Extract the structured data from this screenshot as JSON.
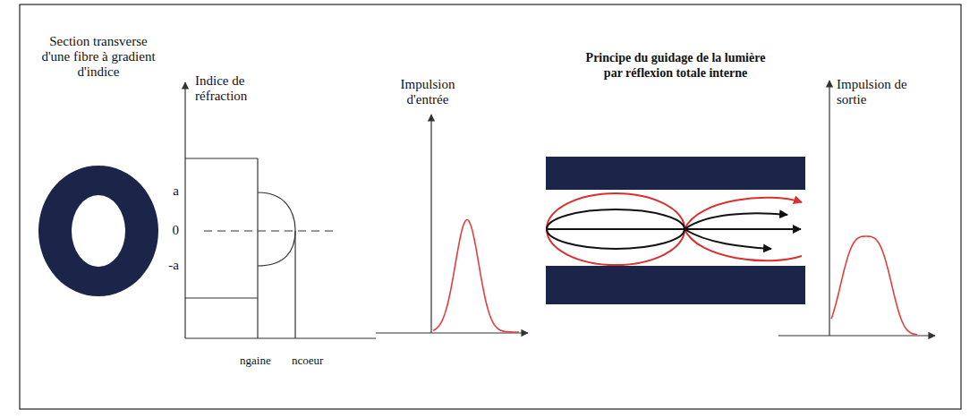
{
  "diagram": {
    "labels": [
      "Section transverse d'une fibre à gradient d'indice",
      "Indice de réfraction",
      "a",
      "0",
      "-a",
      "ngaine",
      "ncoeur",
      "Impulsion d'entrée",
      "Principe du guidage de la lumière par réflexion totale interne",
      "Impulsion de sortie"
    ]
  }
}
